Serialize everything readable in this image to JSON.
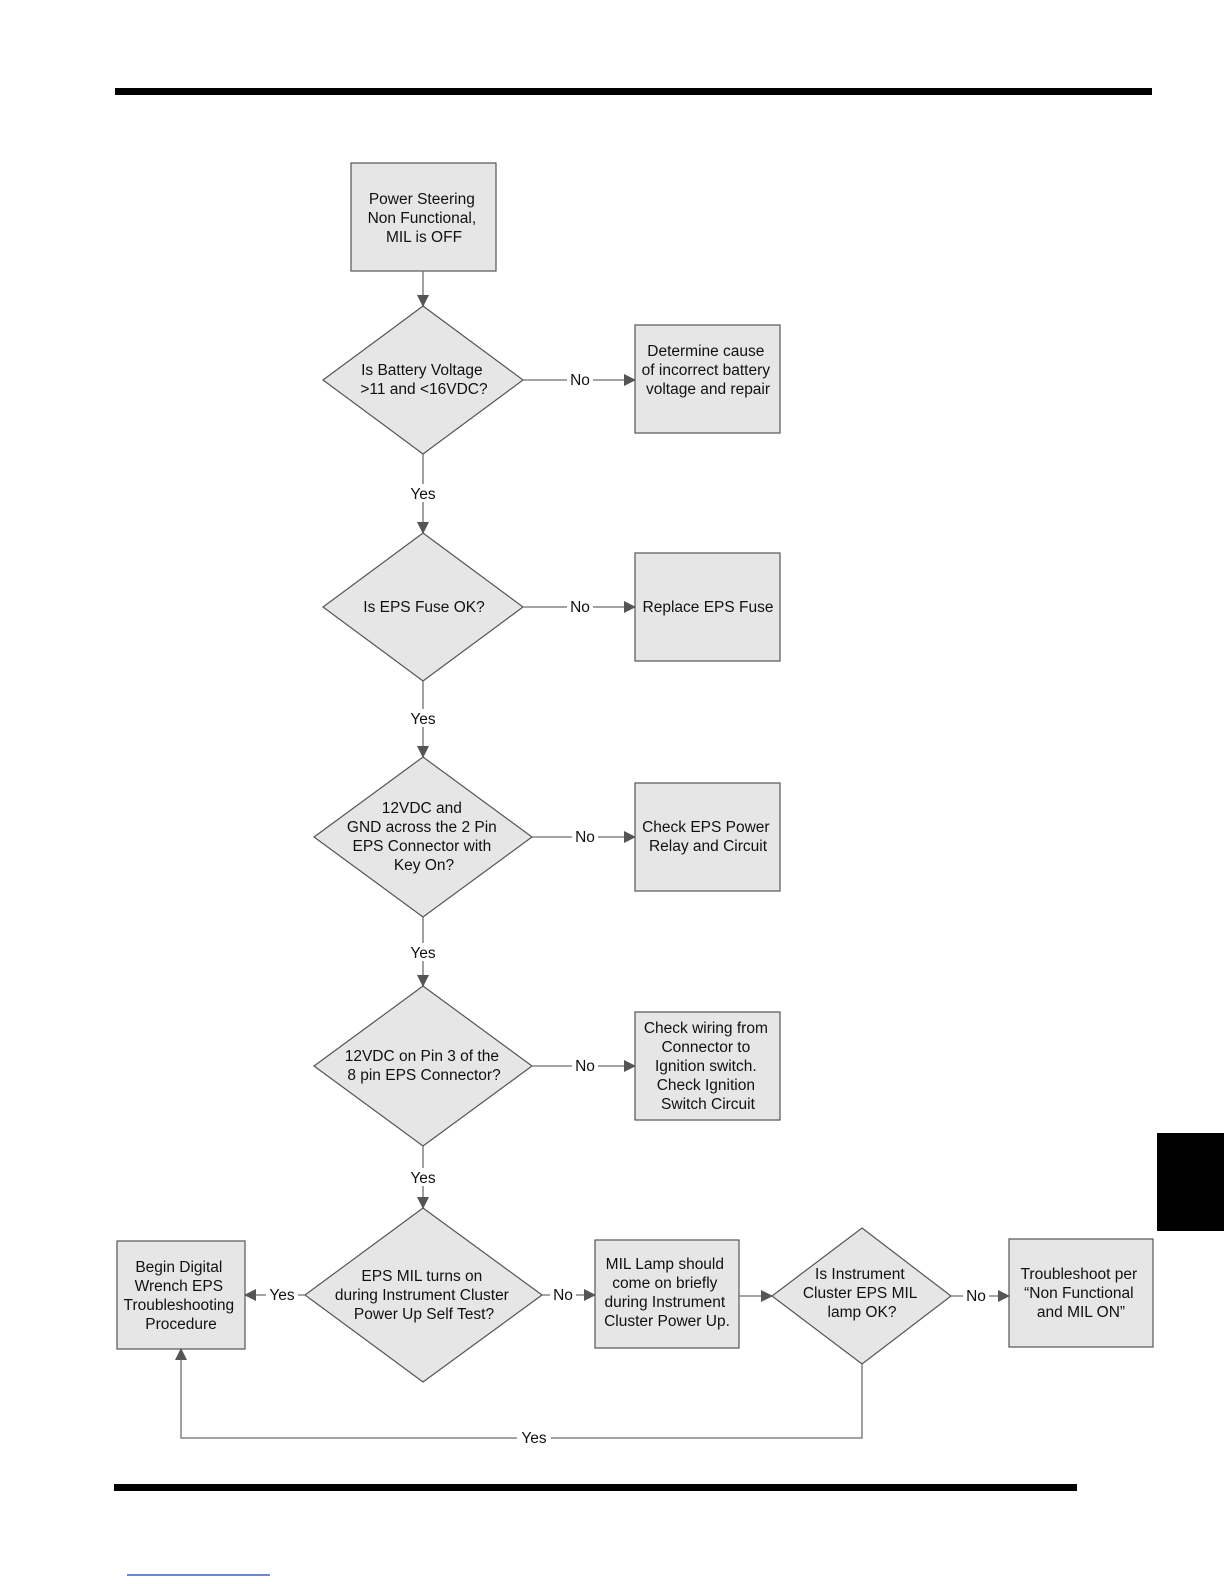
{
  "nodes": {
    "start": {
      "kind": "box",
      "lines": [
        "Power Steering",
        "Non Functional,",
        "MIL is OFF"
      ]
    },
    "q_battery": {
      "kind": "diamond",
      "lines": [
        "Is Battery Voltage",
        ">11 and <16VDC?"
      ]
    },
    "a_battery": {
      "kind": "box",
      "lines": [
        "Determine cause",
        "of incorrect battery",
        "voltage and repair"
      ]
    },
    "q_fuse": {
      "kind": "diamond",
      "lines": [
        "Is EPS Fuse OK?"
      ]
    },
    "a_fuse": {
      "kind": "box",
      "lines": [
        "Replace EPS Fuse"
      ]
    },
    "q_12v": {
      "kind": "diamond",
      "lines": [
        "12VDC and",
        "GND across the 2 Pin",
        "EPS Connector with",
        "Key On?"
      ]
    },
    "a_12v": {
      "kind": "box",
      "lines": [
        "Check EPS Power",
        "Relay and Circuit"
      ]
    },
    "q_pin3": {
      "kind": "diamond",
      "lines": [
        "12VDC on Pin 3 of the",
        "8 pin EPS Connector?"
      ]
    },
    "a_pin3": {
      "kind": "box",
      "lines": [
        "Check wiring from",
        "Connector to",
        "Ignition switch.",
        "Check Ignition",
        "Switch Circuit"
      ]
    },
    "q_mil": {
      "kind": "diamond",
      "lines": [
        "EPS MIL turns on",
        "during Instrument Cluster",
        "Power Up Self Test?"
      ]
    },
    "a_digital": {
      "kind": "box",
      "lines": [
        "Begin Digital",
        "Wrench EPS",
        "Troubleshooting",
        "Procedure"
      ]
    },
    "a_lamp": {
      "kind": "box",
      "lines": [
        "MIL Lamp should",
        "come on briefly",
        "during Instrument",
        "Cluster Power Up."
      ]
    },
    "q_lamp": {
      "kind": "diamond",
      "lines": [
        "Is Instrument",
        "Cluster EPS MIL",
        "lamp OK?"
      ]
    },
    "a_trouble": {
      "kind": "box",
      "lines": [
        "Troubleshoot per",
        "“Non Functional",
        "and MIL ON”"
      ]
    }
  },
  "edges": [
    {
      "from": "start",
      "to": "q_battery",
      "label": ""
    },
    {
      "from": "q_battery",
      "to": "a_battery",
      "label": "No"
    },
    {
      "from": "q_battery",
      "to": "q_fuse",
      "label": "Yes"
    },
    {
      "from": "q_fuse",
      "to": "a_fuse",
      "label": "No"
    },
    {
      "from": "q_fuse",
      "to": "q_12v",
      "label": "Yes"
    },
    {
      "from": "q_12v",
      "to": "a_12v",
      "label": "No"
    },
    {
      "from": "q_12v",
      "to": "q_pin3",
      "label": "Yes"
    },
    {
      "from": "q_pin3",
      "to": "a_pin3",
      "label": "No"
    },
    {
      "from": "q_pin3",
      "to": "q_mil",
      "label": "Yes"
    },
    {
      "from": "q_mil",
      "to": "a_digital",
      "label": "Yes"
    },
    {
      "from": "q_mil",
      "to": "a_lamp",
      "label": "No"
    },
    {
      "from": "a_lamp",
      "to": "q_lamp",
      "label": ""
    },
    {
      "from": "q_lamp",
      "to": "a_trouble",
      "label": "No"
    },
    {
      "from": "q_lamp",
      "to": "a_digital",
      "label": "Yes"
    }
  ],
  "colors": {
    "shape_fill": "#e6e6e6",
    "shape_stroke": "#555555",
    "rule": "#000000",
    "side_tab": "#000000",
    "footer_link": "#1a3fbf"
  }
}
